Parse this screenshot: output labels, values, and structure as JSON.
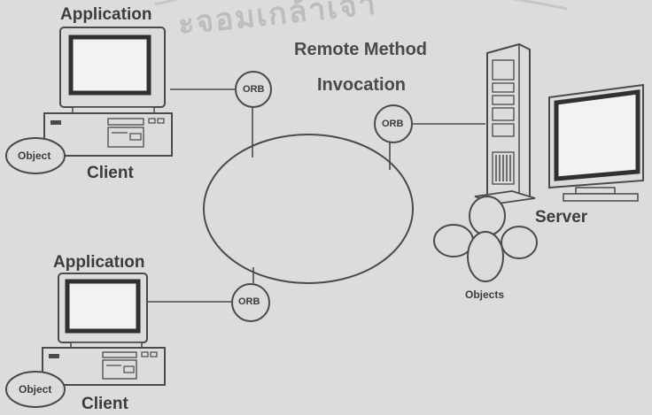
{
  "diagram": {
    "title_line1": "Remote Method",
    "title_line2": "Invocation",
    "client_top": {
      "app_label": "Application",
      "client_label": "Client",
      "object_label": "Object",
      "orb_label": "ORB"
    },
    "client_bottom": {
      "app_label": "Applicatıon",
      "client_label": "Client",
      "object_label": "Object",
      "orb_label": "ORB"
    },
    "server": {
      "server_label": "Server",
      "objects_label": "Objects",
      "orb_label": "ORB"
    },
    "watermark": "ะจอมเกล้าเจ้า"
  },
  "colors": {
    "background": "#dcdcdc",
    "stroke": "#4a4a4a",
    "screen_fill": "#f2f2f2",
    "watermark": "#bdbdbd"
  }
}
